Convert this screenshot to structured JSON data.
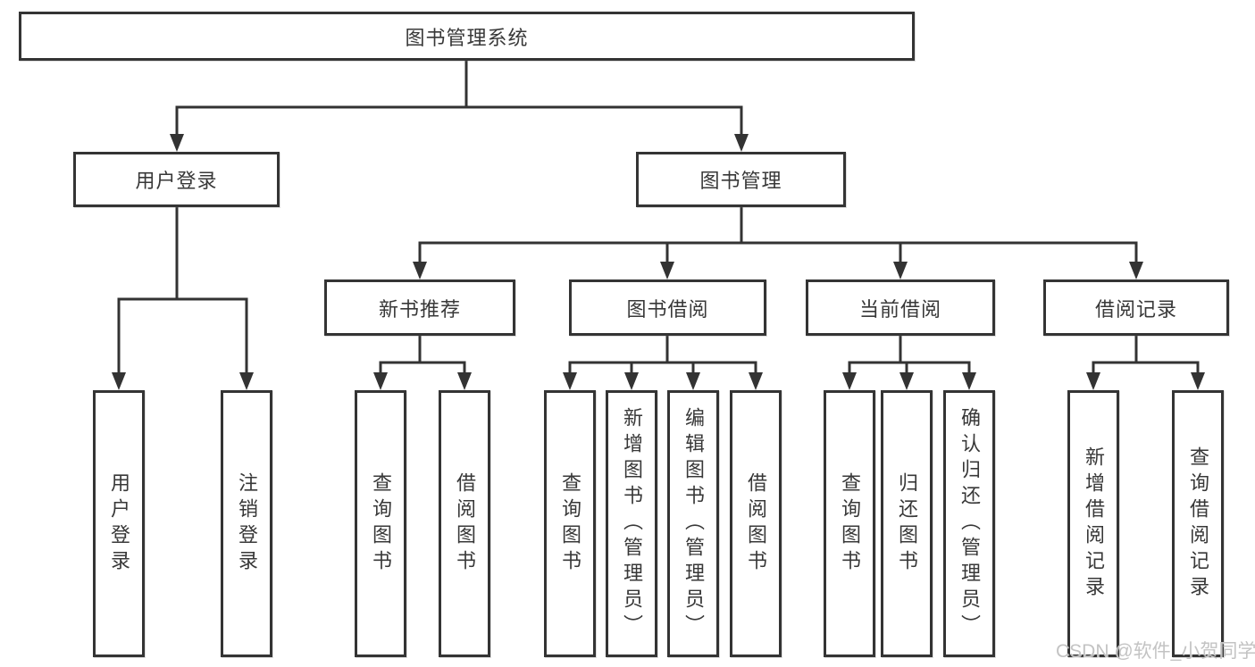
{
  "diagram": {
    "title": "图书管理系统",
    "watermark": "CSDN @软件_小贺同学",
    "colors": {
      "line": "#333333",
      "box_border": "#343434",
      "box_fill": "#ffffff",
      "text": "#383838",
      "watermark": "#c3c3c3"
    },
    "root": {
      "label": "图书管理系统"
    },
    "branches": [
      {
        "label": "用户登录",
        "leaves": [
          {
            "label": "用户登录"
          },
          {
            "label": "注销登录"
          }
        ]
      },
      {
        "label": "图书管理",
        "groups": [
          {
            "label": "新书推荐",
            "leaves": [
              {
                "label": "查询图书"
              },
              {
                "label": "借阅图书"
              }
            ]
          },
          {
            "label": "图书借阅",
            "leaves": [
              {
                "label": "查询图书"
              },
              {
                "label": "新增图书（管理员）"
              },
              {
                "label": "编辑图书（管理员）"
              },
              {
                "label": "借阅图书"
              }
            ]
          },
          {
            "label": "当前借阅",
            "leaves": [
              {
                "label": "查询图书"
              },
              {
                "label": "归还图书"
              },
              {
                "label": "确认归还（管理员）"
              }
            ]
          },
          {
            "label": "借阅记录",
            "leaves": [
              {
                "label": "新增借阅记录"
              },
              {
                "label": "查询借阅记录"
              }
            ]
          }
        ]
      }
    ]
  }
}
